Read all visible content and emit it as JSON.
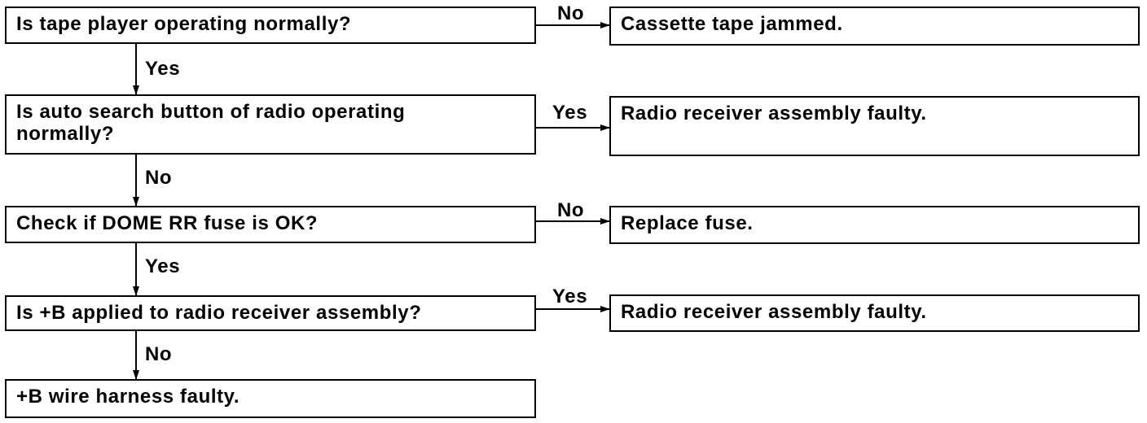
{
  "questions": [
    "Is tape player operating normally?",
    "Is auto search button of radio operating\nnormally?",
    "Check if DOME RR fuse is OK?",
    "Is +B applied to radio receiver assembly?",
    "+B wire harness faulty."
  ],
  "results": [
    "Cassette tape jammed.",
    "Radio receiver assembly faulty.",
    "Replace fuse.",
    "Radio receiver assembly faulty."
  ],
  "side_labels": [
    "No",
    "Yes",
    "No",
    "Yes"
  ],
  "down_labels": [
    "Yes",
    "No",
    "Yes",
    "No"
  ]
}
